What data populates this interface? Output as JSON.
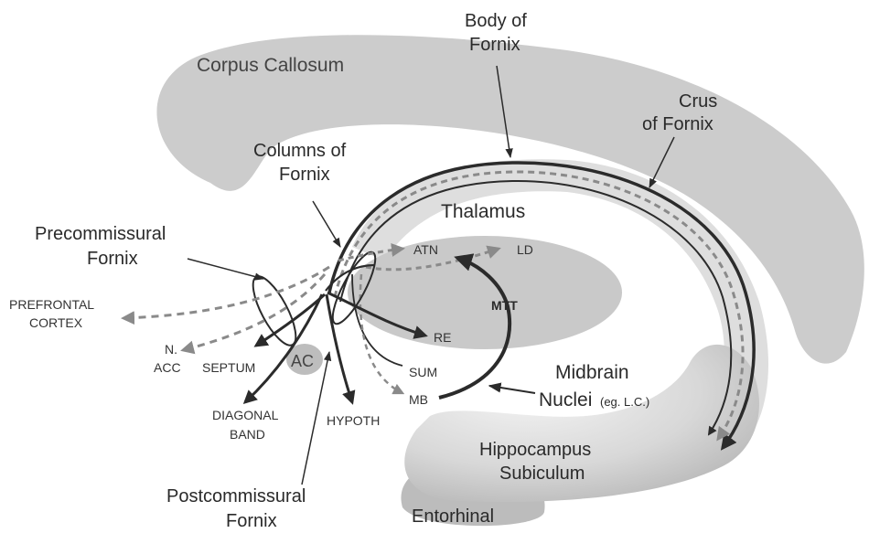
{
  "regions": {
    "corpus_callosum": "Corpus Callosum",
    "thalamus": "Thalamus",
    "hippocampus_line1": "Hippocampus",
    "hippocampus_line2": "Subiculum",
    "entorhinal": "Entorhinal",
    "ac": "AC"
  },
  "fornix_parts": {
    "body_line1": "Body of",
    "body_line2": "Fornix",
    "crus_line1": "Crus",
    "crus_line2": "of Fornix",
    "columns_line1": "Columns of",
    "columns_line2": "Fornix",
    "precommissural_line1": "Precommissural",
    "precommissural_line2": "Fornix",
    "postcommissural_line1": "Postcommissural",
    "postcommissural_line2": "Fornix"
  },
  "targets": {
    "prefrontal_line1": "PREFRONTAL",
    "prefrontal_line2": "CORTEX",
    "nacc_line1": "N.",
    "nacc_line2": "ACC",
    "septum": "SEPTUM",
    "diagonal_line1": "DIAGONAL",
    "diagonal_line2": "BAND",
    "hypoth": "HYPOTH",
    "atn": "ATN",
    "ld": "LD",
    "re": "RE",
    "sum": "SUM",
    "mb": "MB",
    "mtt": "MTT"
  },
  "midbrain": {
    "line1": "Midbrain",
    "line2_main": "Nuclei",
    "line2_note": "(eg. L.C.)"
  },
  "colors": {
    "region_fill": "#cfcfcf",
    "thalamus_fill": "#c8c8c8",
    "pathway_dark": "#2b2b2b",
    "pathway_dashed": "#8a8a8a",
    "text": "#333333"
  }
}
